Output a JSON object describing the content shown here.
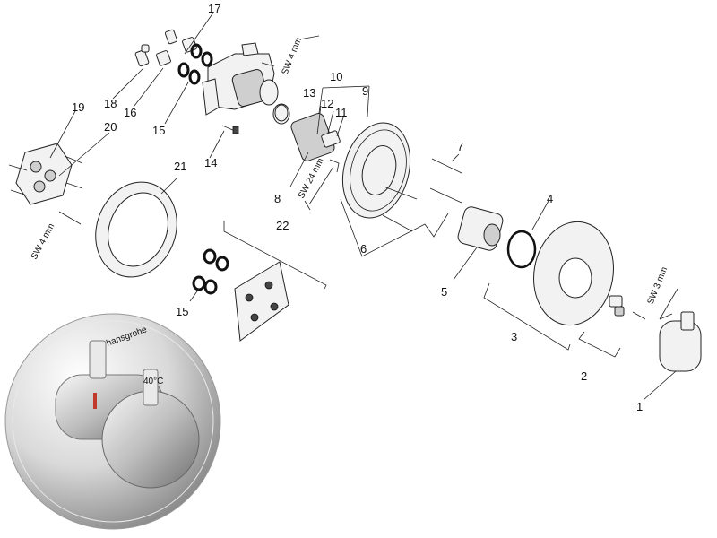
{
  "callouts": [
    "1",
    "2",
    "3",
    "4",
    "5",
    "6",
    "7",
    "8",
    "9",
    "10",
    "11",
    "12",
    "13",
    "14",
    "15",
    "15",
    "16",
    "17",
    "18",
    "19",
    "20",
    "21",
    "22"
  ],
  "wrench_labels": [
    "SW 4 mm",
    "SW 4 mm",
    "SW 24 mm",
    "SW 3 mm"
  ],
  "brand_label": "hansgrohe",
  "temp_label": "40°C"
}
